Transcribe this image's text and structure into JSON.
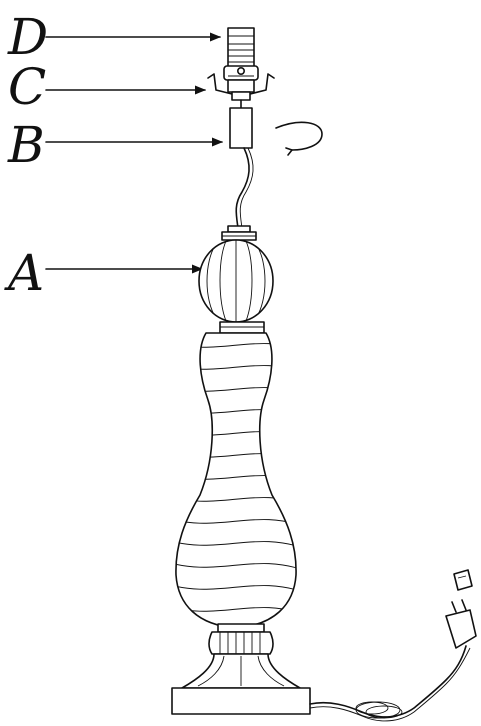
{
  "callouts": [
    {
      "letter": "D",
      "part": "socket"
    },
    {
      "letter": "C",
      "part": "harp-saddle"
    },
    {
      "letter": "B",
      "part": "threaded-coupling"
    },
    {
      "letter": "A",
      "part": "lamp-body"
    }
  ]
}
